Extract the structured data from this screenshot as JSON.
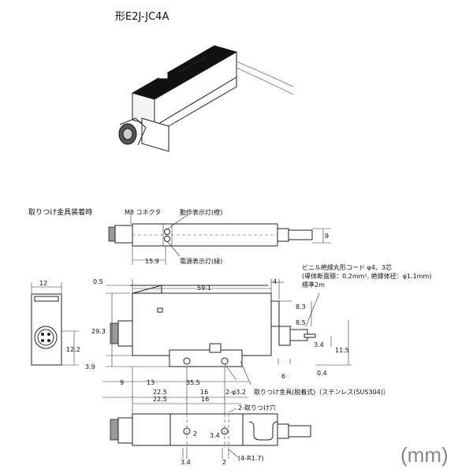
{
  "title": "形E2J-JC4A",
  "unit_label": "(mm)",
  "sections": {
    "mounting": "取りつけ金具装着時"
  },
  "callouts": {
    "m8_connector": "M8 コネクタ",
    "operation_led": "動作表示灯(橙)",
    "power_led": "電源表示灯(緑)",
    "cable_line1": "ビニル絶縁丸形コード φ4、3芯",
    "cable_line2": "(導体断面積：0.2mm², 絶縁体径：φ1.1mm)",
    "cable_line3": "標準2m",
    "bracket": "取りつけ金具(脱着式)〔ステンレス(SUS304)〕",
    "hole_2": "2-取りつけ穴",
    "hole_phi": "2-φ3.2",
    "radius": "(4-R1.7)"
  },
  "dims": {
    "top_9": "9",
    "top_15_9": "15.9",
    "front_12": "12",
    "front_12_2": "12.2",
    "side_0_5": "0.5",
    "side_59_1": "59.1",
    "side_4": "4",
    "side_29_3": "29.3",
    "side_8_3": "8.3",
    "side_8_5": "8.5",
    "side_3_4": "3.4",
    "side_11_5": "11.5",
    "side_3_9": "3.9",
    "side_0_4": "0.4",
    "side_6": "6",
    "side_9": "9",
    "side_13": "13",
    "side_35_5": "35.5",
    "side_22_5": "22.5",
    "side_16": "16",
    "bot_22_5": "22.5",
    "bot_16": "16",
    "bot_2": "2",
    "bot_3_4": "3.4",
    "bot_3_4b": "3.4",
    "bot_2b": "2"
  }
}
